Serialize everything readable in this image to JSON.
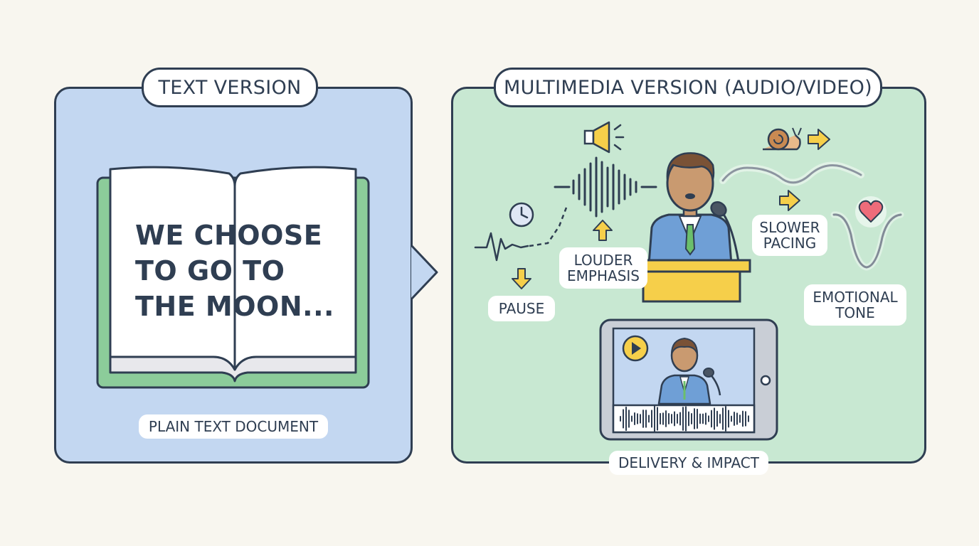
{
  "text_version": {
    "title": "TEXT VERSION",
    "quote": "WE CHOOSE TO GO TO THE MOON...",
    "caption": "PLAIN TEXT DOCUMENT"
  },
  "multimedia_version": {
    "title": "MULTIMEDIA VERSION (AUDIO/VIDEO)",
    "labels": {
      "pause": "PAUSE",
      "louder_emphasis": "LOUDER\nEMPHASIS",
      "slower_pacing": "SLOWER\nPACING",
      "emotional_tone": "EMOTIONAL\nTONE"
    },
    "caption": "DELIVERY & IMPACT"
  },
  "icons": [
    "open-book-icon",
    "clock-icon",
    "megaphone-icon",
    "snail-icon",
    "heart-icon",
    "speaker-icon",
    "microphone-icon",
    "tablet-icon",
    "play-icon"
  ],
  "colors": {
    "left_panel": "#c3d7f1",
    "right_panel": "#c8e8d2",
    "outline": "#2f3e52",
    "accent_yellow": "#f6cf4a",
    "heart": "#ee6c7a"
  }
}
